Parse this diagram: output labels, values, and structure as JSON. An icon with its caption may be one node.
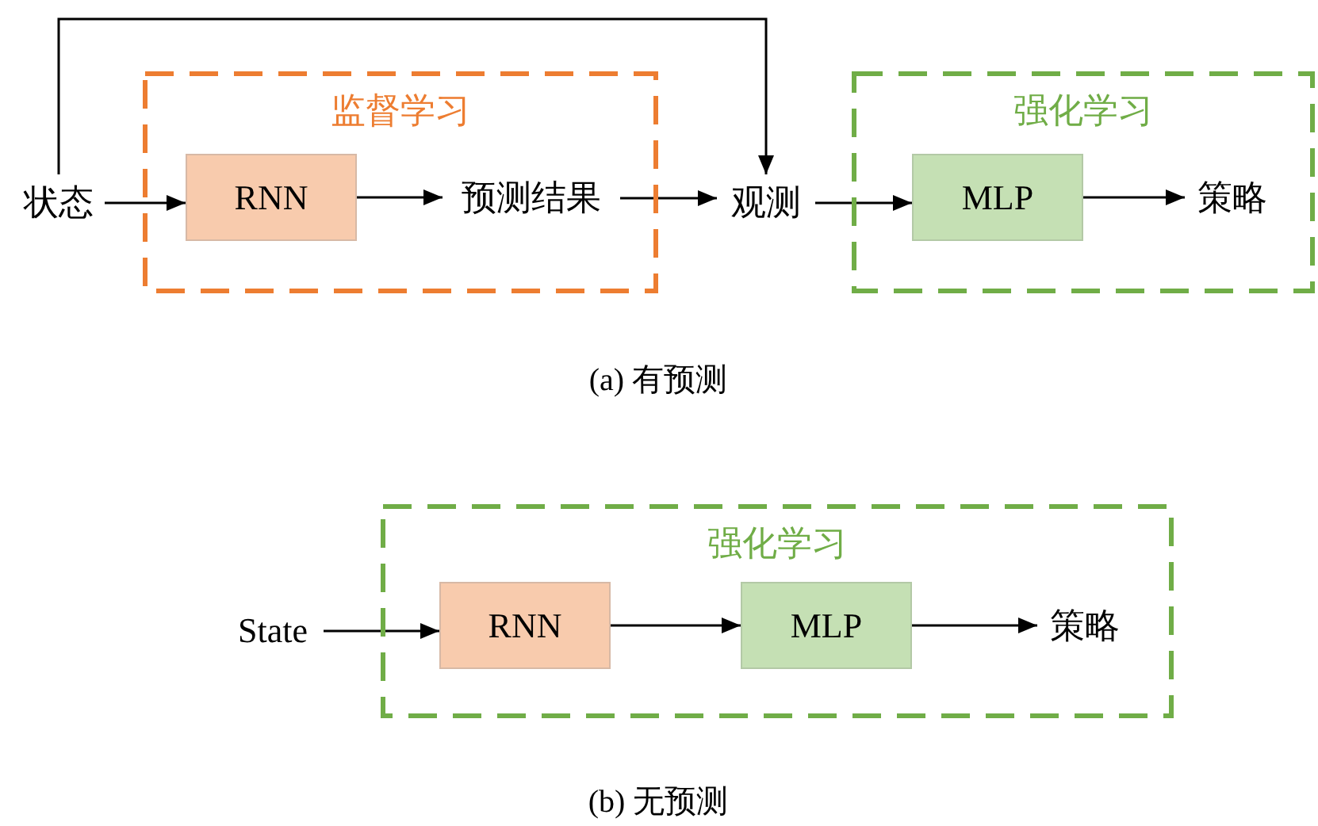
{
  "diagram": {
    "nodes": [
      {
        "text": [
          "监督学习"
        ]
      },
      {
        "text": [
          "状态"
        ]
      },
      {
        "text": [
          "RNN"
        ],
        "in": 0
      },
      {
        "text": [
          "预测结果"
        ],
        "in": 0
      },
      {
        "text": [
          "观测"
        ]
      },
      {
        "text": [
          "强化学习"
        ]
      },
      {
        "text": [
          "MLP"
        ],
        "in": 5
      },
      {
        "text": [
          "策略"
        ],
        "in": 5
      },
      {
        "text": [
          "强化学习"
        ]
      },
      {
        "text": [
          "State"
        ]
      },
      {
        "text": [
          "RNN"
        ],
        "in": 8
      },
      {
        "text": [
          "MLP"
        ],
        "in": 8
      },
      {
        "text": [
          "策略"
        ],
        "in": 8
      }
    ],
    "edges": [
      {
        "from": 1,
        "to": 2,
        "arrow": "to"
      },
      {
        "from": 2,
        "to": 3,
        "arrow": "to"
      },
      {
        "from": 3,
        "to": 4,
        "arrow": "to"
      },
      {
        "from": 1,
        "to": 4,
        "arrow": "to"
      },
      {
        "from": 4,
        "to": 6,
        "arrow": "to"
      },
      {
        "from": 6,
        "to": 7,
        "arrow": "to"
      },
      {
        "from": 9,
        "to": 10,
        "arrow": "to"
      },
      {
        "from": 10,
        "to": 11,
        "arrow": "to"
      },
      {
        "from": 11,
        "to": 12,
        "arrow": "to"
      }
    ],
    "labels": [
      "(a) 有预测",
      "(b) 无预测"
    ]
  }
}
